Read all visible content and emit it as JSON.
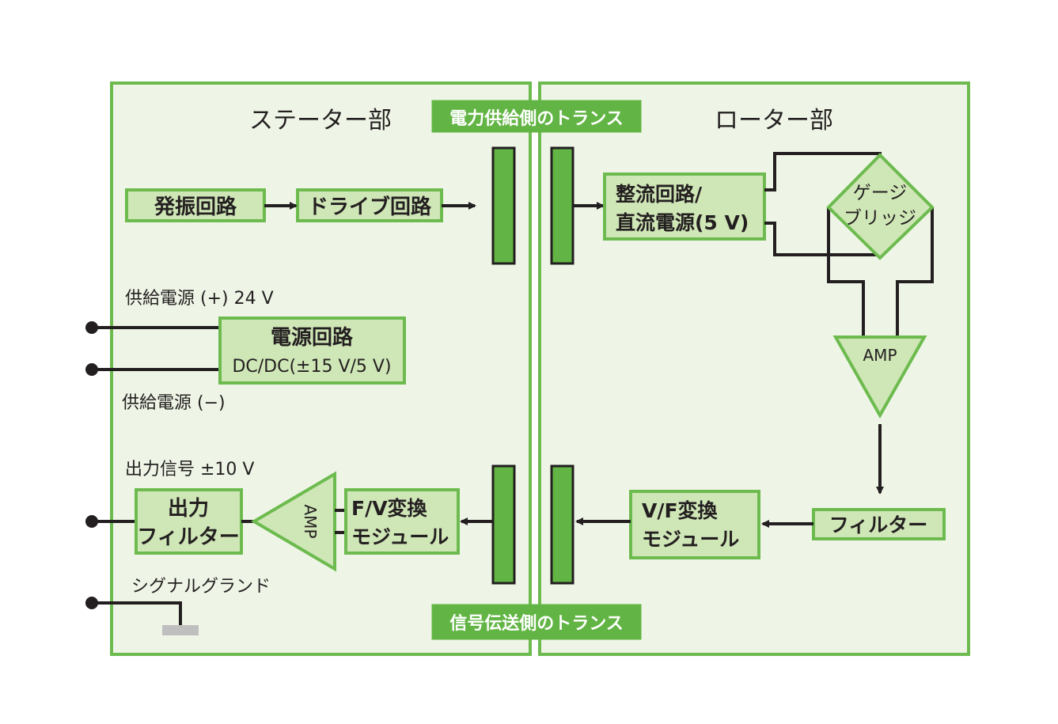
{
  "colors": {
    "panel_fill": "#eef5e6",
    "panel_border": "#6dbb4f",
    "box_fill": "#cfe6b6",
    "transformer_fill": "#62b544",
    "line": "#231f20",
    "ground": "#bfbfbf"
  },
  "stator": {
    "title": "ステーター部",
    "oscillator": "発振回路",
    "drive": "ドライブ回路",
    "supply_plus": "供給電源 (+) 24 V",
    "supply_minus": "供給電源 (−)",
    "power_circuit_line1": "電源回路",
    "power_circuit_line2": "DC/DC(±15 V/5 V)",
    "output_signal": "出力信号 ±10 V",
    "output_filter_line1": "出力",
    "output_filter_line2": "フィルター",
    "amp": "AMP",
    "fv_line1": "F/V変換",
    "fv_line2": "モジュール",
    "signal_ground": "シグナルグランド"
  },
  "rotor": {
    "title": "ローター部",
    "rectifier_line1": "整流回路/",
    "rectifier_line2": "直流電源(5 V)",
    "gauge_line1": "ゲージ",
    "gauge_line2": "ブリッジ",
    "amp": "AMP",
    "filter": "フィルター",
    "vf_line1": "V/F変換",
    "vf_line2": "モジュール"
  },
  "transformers": {
    "power_label": "電力供給側のトランス",
    "signal_label": "信号伝送側のトランス"
  }
}
